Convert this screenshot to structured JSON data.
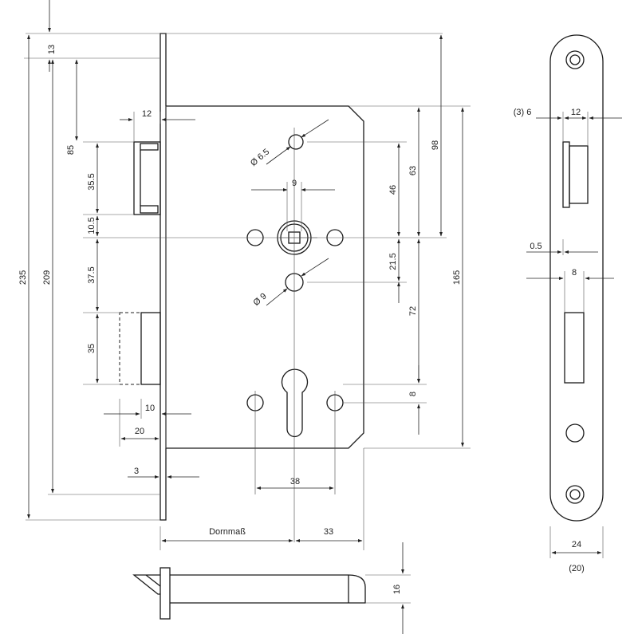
{
  "drawing": {
    "left_view": {
      "plate_offset_top": "13",
      "overall_height": "235",
      "screw_spacing": "209",
      "latch_from_top": "85",
      "latch_height": "35.5",
      "latch_offset": "10.5",
      "deadbolt_gap": "37.5",
      "deadbolt_height": "35",
      "latch_projection": "12",
      "bolt_projection": "10",
      "bolt_throw": "20",
      "plate_thickness": "3"
    },
    "case_view": {
      "hole_small": "Ø 6.5",
      "hole_large": "Ø 9",
      "spindle": "9",
      "dim_46": "46",
      "dim_63": "63",
      "dim_98": "98",
      "dim_165": "165",
      "dim_21_5": "21.5",
      "dim_72": "72",
      "dim_8": "8",
      "screw_distance": "38",
      "backset_label": "Dornmaß",
      "edge_distance": "33",
      "thickness": "16"
    },
    "faceplate_view": {
      "offset": "(3) 6",
      "latch_width": "12",
      "gap": "0.5",
      "bolt_width": "8",
      "width": "24",
      "width_alt": "(20)"
    }
  }
}
